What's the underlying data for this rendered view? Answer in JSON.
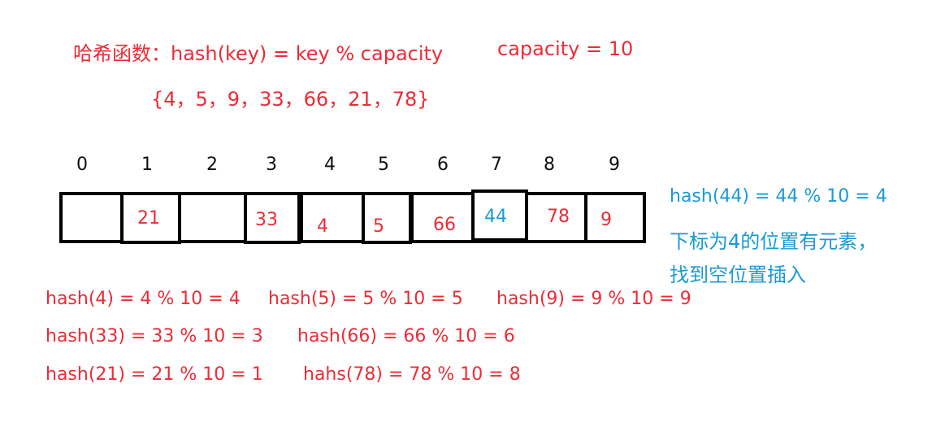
{
  "title": "哈希函数：hash(key) = key % capacity",
  "capacity_label": "capacity = 10",
  "key_set": "{4，5，9，33，66，21，78}",
  "indices": [
    "0",
    "1",
    "2",
    "3",
    "4",
    "5",
    "6",
    "7",
    "8",
    "9"
  ],
  "slots": [
    {
      "index": "0",
      "value": ""
    },
    {
      "index": "1",
      "value": "21"
    },
    {
      "index": "2",
      "value": ""
    },
    {
      "index": "3",
      "value": "33"
    },
    {
      "index": "4",
      "value": "4"
    },
    {
      "index": "5",
      "value": "5"
    },
    {
      "index": "6",
      "value": "66"
    },
    {
      "index": "7",
      "value": "44"
    },
    {
      "index": "8",
      "value": "78"
    },
    {
      "index": "9",
      "value": "9"
    }
  ],
  "collision_note": {
    "line1": "hash(44) = 44 % 10 = 4",
    "line2": "下标为4的位置有元素，",
    "line3": "找到空位置插入"
  },
  "formulas": [
    [
      "hash(4) = 4 % 10 = 4",
      "hash(5) = 5 % 10 = 5",
      "hash(9) = 9 % 10 = 9"
    ],
    [
      "hash(33) = 33 % 10 = 3",
      "hash(66) = 66 % 10 = 6"
    ],
    [
      "hash(21) = 21 % 10 = 1",
      "hahs(78) = 78 % 10 = 8"
    ]
  ],
  "colors": {
    "red": "#ee2b35",
    "blue": "#1a9ad6",
    "border": "#000000"
  }
}
